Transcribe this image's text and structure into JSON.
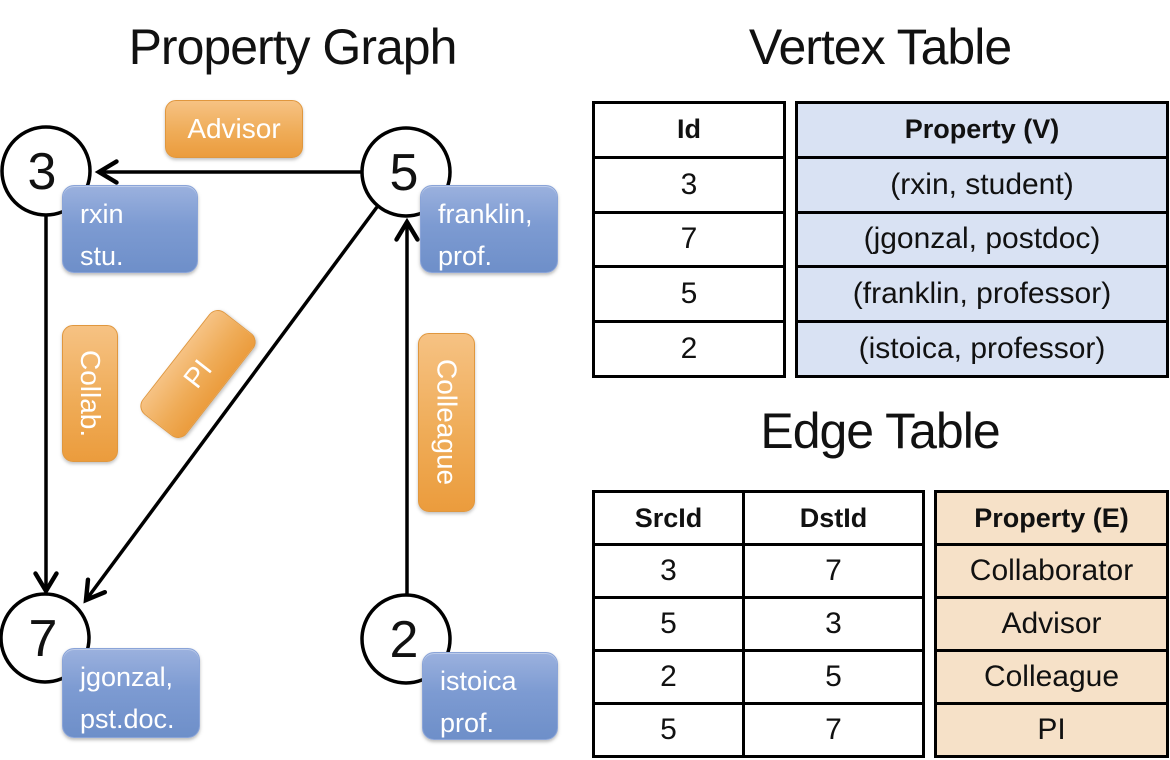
{
  "graph": {
    "title": "Property Graph",
    "nodes": [
      {
        "id": "3",
        "property_line1": "rxin",
        "property_line2": "stu."
      },
      {
        "id": "5",
        "property_line1": "franklin,",
        "property_line2": "prof."
      },
      {
        "id": "7",
        "property_line1": "jgonzal,",
        "property_line2": "pst.doc."
      },
      {
        "id": "2",
        "property_line1": "istoica",
        "property_line2": "prof."
      }
    ],
    "edges": [
      {
        "label": "Advisor",
        "from": "5",
        "to": "3"
      },
      {
        "label": "Collab.",
        "from": "3",
        "to": "7"
      },
      {
        "label": "PI",
        "from": "5",
        "to": "7"
      },
      {
        "label": "Colleague",
        "from": "2",
        "to": "5"
      }
    ]
  },
  "vertex_table": {
    "title": "Vertex Table",
    "columns": {
      "id": "Id",
      "property": "Property (V)"
    },
    "rows": [
      {
        "id": "3",
        "property": "(rxin, student)"
      },
      {
        "id": "7",
        "property": "(jgonzal, postdoc)"
      },
      {
        "id": "5",
        "property": "(franklin, professor)"
      },
      {
        "id": "2",
        "property": "(istoica, professor)"
      }
    ]
  },
  "edge_table": {
    "title": "Edge Table",
    "columns": {
      "src": "SrcId",
      "dst": "DstId",
      "property": "Property (E)"
    },
    "rows": [
      {
        "src": "3",
        "dst": "7",
        "property": "Collaborator"
      },
      {
        "src": "5",
        "dst": "3",
        "property": "Advisor"
      },
      {
        "src": "2",
        "dst": "5",
        "property": "Colleague"
      },
      {
        "src": "5",
        "dst": "7",
        "property": "PI"
      }
    ]
  },
  "colors": {
    "edge_label_top": "#F6C283",
    "edge_label_bottom": "#EB9C3D",
    "vertex_label_top": "#9BB1DE",
    "vertex_label_bottom": "#6E8FC9",
    "vertex_property_cell": "#D9E2F3",
    "edge_property_cell": "#F6E1C8",
    "line": "#000000"
  }
}
